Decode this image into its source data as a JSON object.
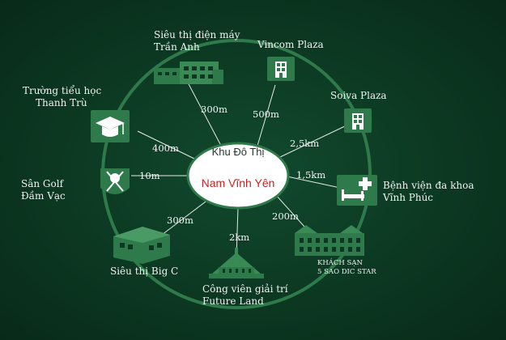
{
  "center": {
    "line1": "Khu Đô Thị",
    "line2": "Nam Vĩnh Yên"
  },
  "colors": {
    "background": "#0c3822",
    "ring": "#2f7a4a",
    "icon_green": "#2f7a4a",
    "center_fill": "#ffffff",
    "center_title": "#c62222"
  },
  "amenities": [
    {
      "name_lines": [
        "Siêu thị điện máy",
        "Trần Anh"
      ],
      "distance": "300m",
      "icon": "store-building-icon"
    },
    {
      "name_lines": [
        "Vincom Plaza"
      ],
      "distance": "500m",
      "icon": "building-icon"
    },
    {
      "name_lines": [
        "Soiva Plaza"
      ],
      "distance": "2,5km",
      "icon": "building-icon"
    },
    {
      "name_lines": [
        "Bệnh viện đa khoa",
        "Vĩnh Phúc"
      ],
      "distance": "1,5km",
      "icon": "hospital-icon"
    },
    {
      "name_lines": [
        "KHÁCH SẠN",
        "5 SAO DIC STAR"
      ],
      "distance": "200m",
      "icon": "hotel-icon"
    },
    {
      "name_lines": [
        "Công viên giải trí",
        "Future Land"
      ],
      "distance": "2km",
      "icon": "park-icon"
    },
    {
      "name_lines": [
        "Siêu thị Big C"
      ],
      "distance": "300m",
      "icon": "supermarket-icon"
    },
    {
      "name_lines": [
        "Sân Golf",
        "Đầm Vạc"
      ],
      "distance": "10m",
      "icon": "golf-icon"
    },
    {
      "name_lines": [
        "Trường tiểu học",
        "Thanh Trù"
      ],
      "distance": "400m",
      "icon": "graduation-cap-icon"
    }
  ]
}
